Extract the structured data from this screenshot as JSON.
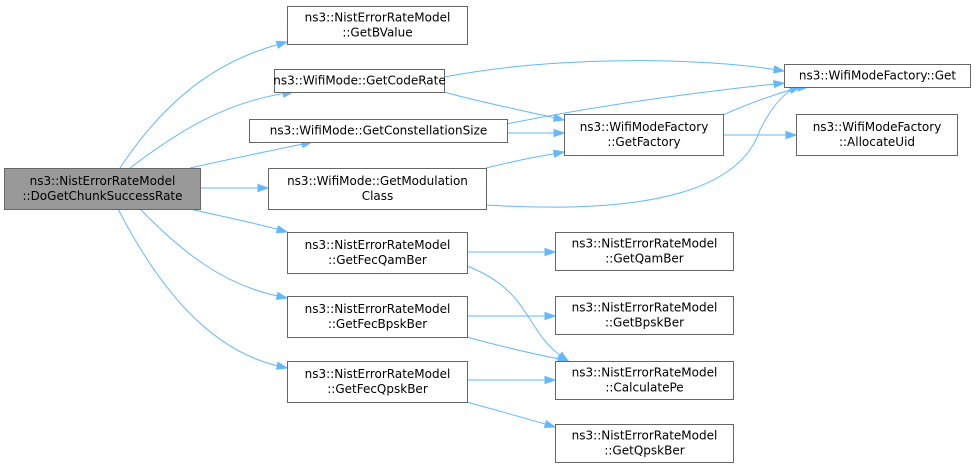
{
  "graph": {
    "edge_color": "#63b8ff",
    "node_fill": "#ffffff",
    "root_fill": "#999999",
    "border_color": "#666666",
    "nodes": [
      {
        "id": "root",
        "lines": [
          "ns3::NistErrorRateModel",
          "::DoGetChunkSuccessRate"
        ],
        "root": true
      },
      {
        "id": "getBValue",
        "lines": [
          "ns3::NistErrorRateModel",
          "::GetBValue"
        ]
      },
      {
        "id": "getCodeRate",
        "lines": [
          "ns3::WifiMode::GetCodeRate"
        ]
      },
      {
        "id": "getConstellationSize",
        "lines": [
          "ns3::WifiMode::GetConstellationSize"
        ]
      },
      {
        "id": "getModulationClass",
        "lines": [
          "ns3::WifiMode::GetModulation",
          "Class"
        ]
      },
      {
        "id": "getFecQamBer",
        "lines": [
          "ns3::NistErrorRateModel",
          "::GetFecQamBer"
        ]
      },
      {
        "id": "getFecBpskBer",
        "lines": [
          "ns3::NistErrorRateModel",
          "::GetFecBpskBer"
        ]
      },
      {
        "id": "getFecQpskBer",
        "lines": [
          "ns3::NistErrorRateModel",
          "::GetFecQpskBer"
        ]
      },
      {
        "id": "factoryGet",
        "lines": [
          "ns3::WifiModeFactory::Get"
        ]
      },
      {
        "id": "getFactory",
        "lines": [
          "ns3::WifiModeFactory",
          "::GetFactory"
        ]
      },
      {
        "id": "allocateUid",
        "lines": [
          "ns3::WifiModeFactory",
          "::AllocateUid"
        ]
      },
      {
        "id": "getQamBer",
        "lines": [
          "ns3::NistErrorRateModel",
          "::GetQamBer"
        ]
      },
      {
        "id": "getBpskBer",
        "lines": [
          "ns3::NistErrorRateModel",
          "::GetBpskBer"
        ]
      },
      {
        "id": "calculatePe",
        "lines": [
          "ns3::NistErrorRateModel",
          "::CalculatePe"
        ]
      },
      {
        "id": "getQpskBer",
        "lines": [
          "ns3::NistErrorRateModel",
          "::GetQpskBer"
        ]
      }
    ],
    "edges": [
      [
        "root",
        "getBValue"
      ],
      [
        "root",
        "getCodeRate"
      ],
      [
        "root",
        "getConstellationSize"
      ],
      [
        "root",
        "getModulationClass"
      ],
      [
        "root",
        "getFecQamBer"
      ],
      [
        "root",
        "getFecBpskBer"
      ],
      [
        "root",
        "getFecQpskBer"
      ],
      [
        "getCodeRate",
        "factoryGet"
      ],
      [
        "getCodeRate",
        "getFactory"
      ],
      [
        "getConstellationSize",
        "factoryGet"
      ],
      [
        "getConstellationSize",
        "getFactory"
      ],
      [
        "getModulationClass",
        "factoryGet"
      ],
      [
        "getModulationClass",
        "getFactory"
      ],
      [
        "getFactory",
        "factoryGet"
      ],
      [
        "getFactory",
        "allocateUid"
      ],
      [
        "getFecQamBer",
        "getQamBer"
      ],
      [
        "getFecQamBer",
        "calculatePe"
      ],
      [
        "getFecBpskBer",
        "getBpskBer"
      ],
      [
        "getFecBpskBer",
        "calculatePe"
      ],
      [
        "getFecQpskBer",
        "calculatePe"
      ],
      [
        "getFecQpskBer",
        "getQpskBer"
      ]
    ]
  }
}
